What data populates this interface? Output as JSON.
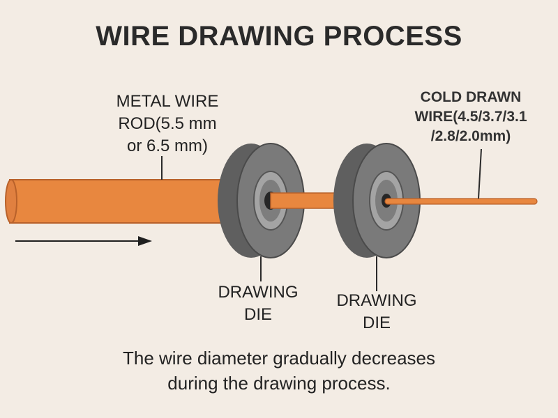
{
  "title": "WIRE DRAWING PROCESS",
  "input_wire": {
    "line1": "METAL WIRE",
    "line2": "ROD(5.5 mm",
    "line3": "or 6.5 mm)"
  },
  "output_wire": {
    "line1": "COLD DRAWN",
    "line2": "WIRE(4.5/3.7/3.1",
    "line3": "/2.8/2.0mm)"
  },
  "dies": [
    {
      "line1": "DRAWING",
      "line2": "DIE"
    },
    {
      "line1": "DRAWING",
      "line2": "DIE"
    }
  ],
  "caption": {
    "line1": "The wire diameter gradually decreases",
    "line2": "during the drawing process."
  },
  "colors": {
    "wire": "#e8873f",
    "wire_edge": "#b8612a",
    "die_outer": "#6e6e6e",
    "die_ring": "#8a8a8a",
    "die_center": "#262626",
    "background": "#f3ece4"
  }
}
